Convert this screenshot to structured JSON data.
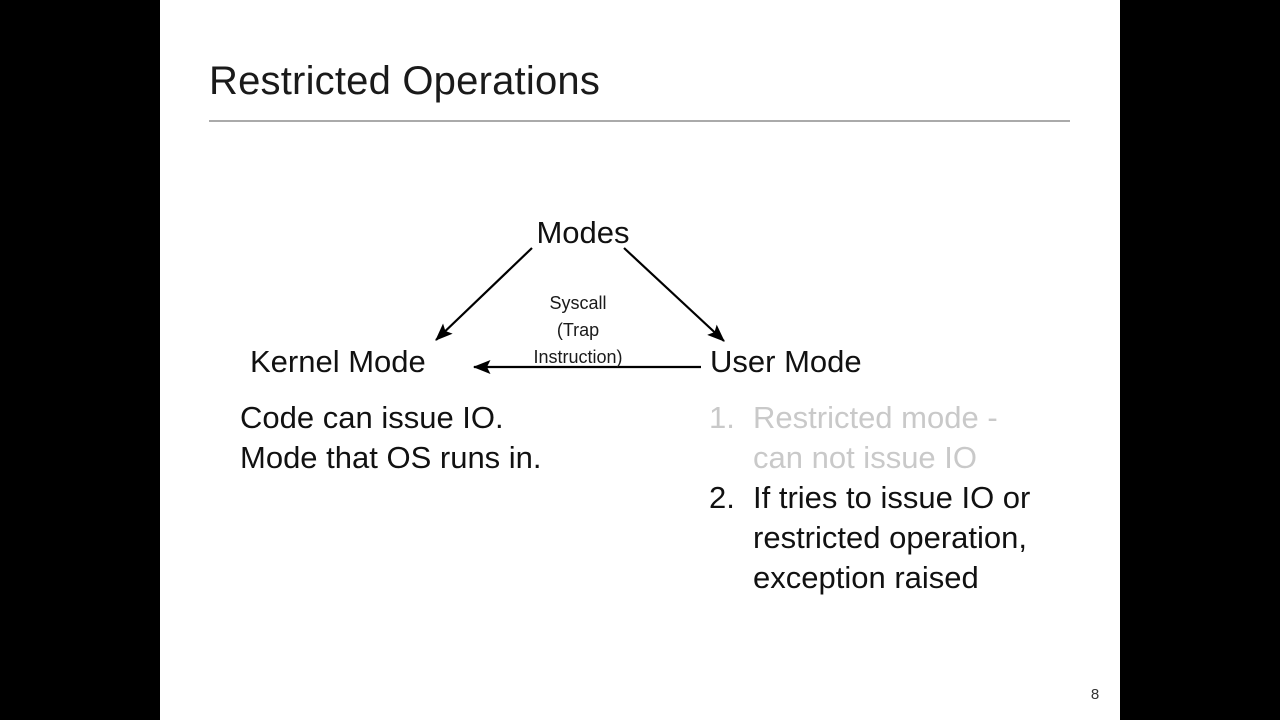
{
  "slide": {
    "title": "Restricted Operations",
    "page_number": "8",
    "background_color": "#ffffff",
    "letterbox_color": "#000000",
    "rule_color": "#aaaaaa",
    "dim_text_color": "#c9c9c9"
  },
  "diagram": {
    "root_node": "Modes",
    "left_node": "Kernel Mode",
    "right_node": "User Mode",
    "edge_label_lines": [
      "Syscall",
      "(Trap",
      "Instruction)"
    ],
    "edge_label_text": "Syscall (Trap Instruction)"
  },
  "kernel_column": {
    "lines": [
      "Code can issue IO.",
      "Mode that OS runs in."
    ]
  },
  "user_column": {
    "items": [
      {
        "number": "1.",
        "text": "Restricted mode - can not issue IO",
        "dimmed": true
      },
      {
        "number": "2.",
        "text": "If tries to issue IO or restricted operation, exception raised",
        "dimmed": false
      }
    ]
  }
}
